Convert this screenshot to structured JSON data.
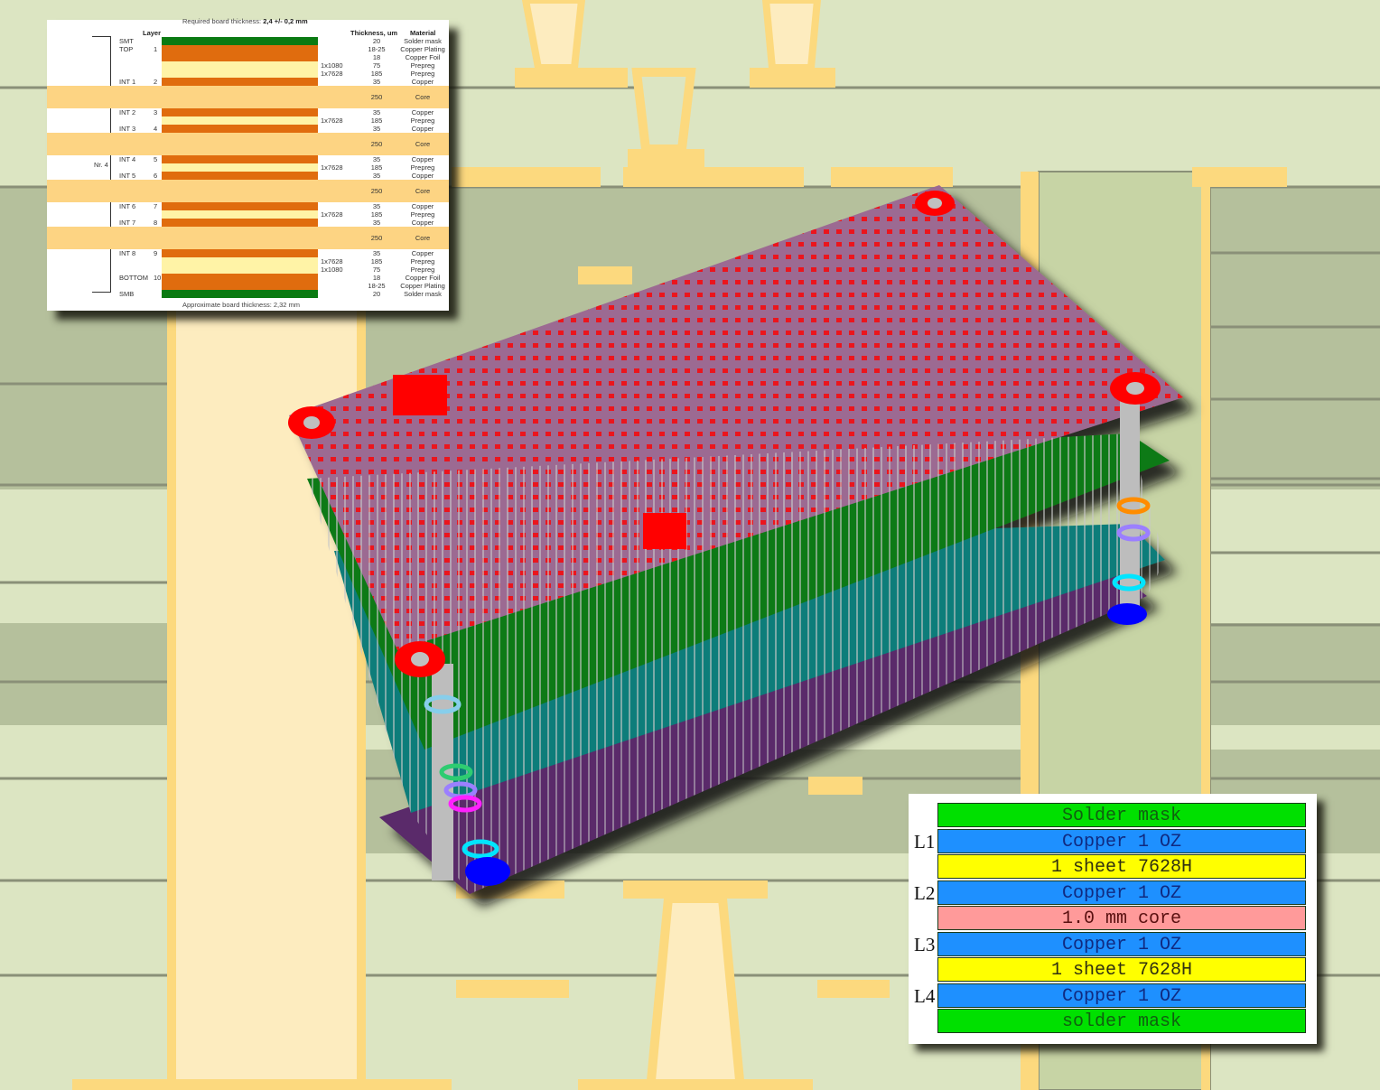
{
  "background": {
    "description": "PCB cross-section illustration with copper vias and pads",
    "colors": {
      "laminate_light": "#dce5c2",
      "laminate_dark": "#b5c09c",
      "copper": "#fcd97e",
      "copper_fill": "#fdecbf"
    }
  },
  "stackup_table": {
    "title_prefix": "Required board thickness:",
    "title_value": "2,4 +/- 0,2 mm",
    "headers": {
      "layer": "Layer",
      "thickness": "Thickness, um",
      "material": "Material"
    },
    "group_label": "Nr. 4",
    "footer": "Approximate board thickness: 2,32 mm",
    "rows": [
      {
        "name": "SMT",
        "num": "",
        "glass": "",
        "thickness": "20",
        "material": "Solder mask",
        "type": "mask"
      },
      {
        "name": "TOP",
        "num": "1",
        "glass": "",
        "thickness": "18-25",
        "material": "Copper Plating",
        "type": "copper"
      },
      {
        "name": "",
        "num": "",
        "glass": "",
        "thickness": "18",
        "material": "Copper Foil",
        "type": "copper"
      },
      {
        "name": "",
        "num": "",
        "glass": "1x1080",
        "thickness": "75",
        "material": "Prepreg",
        "type": "prepreg"
      },
      {
        "name": "",
        "num": "",
        "glass": "1x7628",
        "thickness": "185",
        "material": "Prepreg",
        "type": "prepreg"
      },
      {
        "name": "INT 1",
        "num": "2",
        "glass": "",
        "thickness": "35",
        "material": "Copper",
        "type": "copper"
      },
      {
        "name": "",
        "num": "",
        "glass": "",
        "thickness": "250",
        "material": "Core",
        "type": "core"
      },
      {
        "name": "INT 2",
        "num": "3",
        "glass": "",
        "thickness": "35",
        "material": "Copper",
        "type": "copper"
      },
      {
        "name": "",
        "num": "",
        "glass": "1x7628",
        "thickness": "185",
        "material": "Prepreg",
        "type": "prepreg"
      },
      {
        "name": "INT 3",
        "num": "4",
        "glass": "",
        "thickness": "35",
        "material": "Copper",
        "type": "copper"
      },
      {
        "name": "",
        "num": "",
        "glass": "",
        "thickness": "250",
        "material": "Core",
        "type": "core"
      },
      {
        "name": "INT 4",
        "num": "5",
        "glass": "",
        "thickness": "35",
        "material": "Copper",
        "type": "copper"
      },
      {
        "name": "",
        "num": "",
        "glass": "1x7628",
        "thickness": "185",
        "material": "Prepreg",
        "type": "prepreg"
      },
      {
        "name": "INT 5",
        "num": "6",
        "glass": "",
        "thickness": "35",
        "material": "Copper",
        "type": "copper"
      },
      {
        "name": "",
        "num": "",
        "glass": "",
        "thickness": "250",
        "material": "Core",
        "type": "core"
      },
      {
        "name": "INT 6",
        "num": "7",
        "glass": "",
        "thickness": "35",
        "material": "Copper",
        "type": "copper"
      },
      {
        "name": "",
        "num": "",
        "glass": "1x7628",
        "thickness": "185",
        "material": "Prepreg",
        "type": "prepreg"
      },
      {
        "name": "INT 7",
        "num": "8",
        "glass": "",
        "thickness": "35",
        "material": "Copper",
        "type": "copper"
      },
      {
        "name": "",
        "num": "",
        "glass": "",
        "thickness": "250",
        "material": "Core",
        "type": "core"
      },
      {
        "name": "INT 8",
        "num": "9",
        "glass": "",
        "thickness": "35",
        "material": "Copper",
        "type": "copper"
      },
      {
        "name": "",
        "num": "",
        "glass": "1x7628",
        "thickness": "185",
        "material": "Prepreg",
        "type": "prepreg"
      },
      {
        "name": "",
        "num": "",
        "glass": "1x1080",
        "thickness": "75",
        "material": "Prepreg",
        "type": "prepreg"
      },
      {
        "name": "BOTTOM",
        "num": "10",
        "glass": "",
        "thickness": "18",
        "material": "Copper Foil",
        "type": "copper"
      },
      {
        "name": "",
        "num": "",
        "glass": "",
        "thickness": "18-25",
        "material": "Copper Plating",
        "type": "copper"
      },
      {
        "name": "SMB",
        "num": "",
        "glass": "",
        "thickness": "20",
        "material": "Solder mask",
        "type": "mask"
      }
    ],
    "colors": {
      "mask": "#0a7a12",
      "copper": "#e06c0e",
      "prepreg": "#fff3a6",
      "core": "#fdd483"
    }
  },
  "pcb_3d": {
    "layer_colors": {
      "top": "#9c6a92",
      "l2": "#0b7a14",
      "l3": "#0a7d7a",
      "bottom": "#5a2a6a"
    },
    "pad_color": "#ff0000",
    "via_color": "#c8c8c8"
  },
  "legend": {
    "rows": [
      {
        "label": "",
        "text": "Solder mask",
        "bg": "#00e000",
        "fg": "#106010"
      },
      {
        "label": "L1",
        "text": "Copper 1 OZ",
        "bg": "#1e90ff",
        "fg": "#102a80"
      },
      {
        "label": "",
        "text": "1 sheet 7628H",
        "bg": "#ffff00",
        "fg": "#303010"
      },
      {
        "label": "L2",
        "text": "Copper 1 OZ",
        "bg": "#1e90ff",
        "fg": "#102a80"
      },
      {
        "label": "",
        "text": "1.0 mm core",
        "bg": "#ff9a9a",
        "fg": "#5a1010"
      },
      {
        "label": "L3",
        "text": "Copper 1 OZ",
        "bg": "#1e90ff",
        "fg": "#102a80"
      },
      {
        "label": "",
        "text": "1 sheet 7628H",
        "bg": "#ffff00",
        "fg": "#303010"
      },
      {
        "label": "L4",
        "text": "Copper 1 OZ",
        "bg": "#1e90ff",
        "fg": "#102a80"
      },
      {
        "label": "",
        "text": "solder mask",
        "bg": "#00e000",
        "fg": "#106010"
      }
    ]
  }
}
